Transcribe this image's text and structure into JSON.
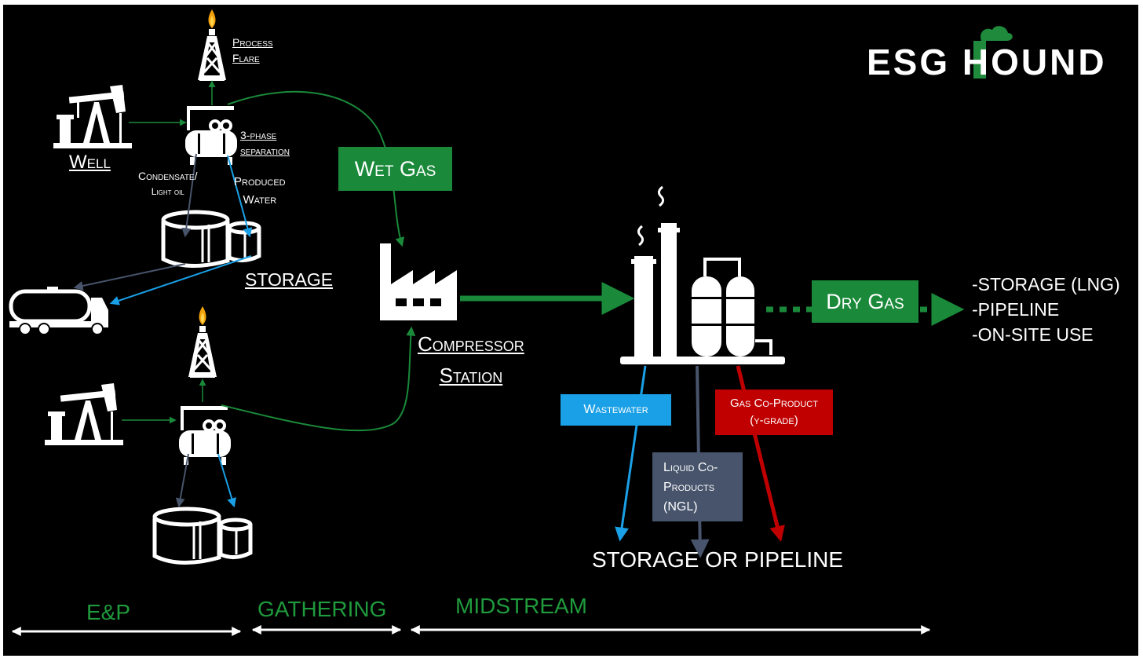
{
  "logo": {
    "text": "ESG HOUND",
    "accent": "#1f8a3c"
  },
  "colors": {
    "background": "#000000",
    "green": "#1a8a3a",
    "blue": "#1aa0e6",
    "slate": "#47546b",
    "red": "#c00000",
    "white": "#ffffff"
  },
  "labels": {
    "process_flare": [
      "Process",
      "Flare"
    ],
    "three_phase": [
      "3-phase",
      "separation"
    ],
    "well": "Well",
    "condensate": [
      "Condensate/",
      "Light oil"
    ],
    "produced_water": [
      "Produced",
      "Water"
    ],
    "storage": "STORAGE",
    "compressor_station": [
      "Compressor",
      "Station"
    ],
    "storage_or_pipeline": "STORAGE OR PIPELINE"
  },
  "boxes": {
    "wet_gas": "Wet Gas",
    "dry_gas": "Dry Gas",
    "wastewater": "Wastewater",
    "gas_coproduct": [
      "Gas Co-Product",
      "(y-grade)"
    ],
    "liquid_coproducts": [
      "Liquid Co-",
      "Products",
      "(NGL)"
    ]
  },
  "destinations": [
    "-STORAGE (LNG)",
    "-PIPELINE",
    "-ON-SITE USE"
  ],
  "segments": {
    "ep": "E&P",
    "gathering": "GATHERING",
    "midstream": "MIDSTREAM"
  },
  "icons": [
    "pump-jack-icon",
    "flare-stack-icon",
    "separator-icon",
    "storage-tank-icon",
    "tanker-truck-icon",
    "compressor-factory-icon",
    "processing-plant-icon"
  ]
}
